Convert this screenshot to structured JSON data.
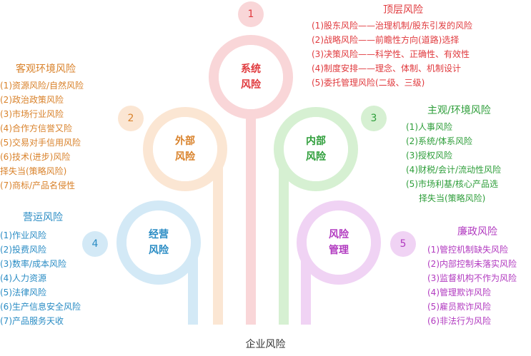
{
  "root_label": "企业风险",
  "branches": [
    {
      "number": "1",
      "node_label": "系统\n风险",
      "title": "顶层风险",
      "color": "#e03a3e",
      "light": "#f9d6d8",
      "items": [
        "(1)股东风险——治理机制/股东引发的风险",
        "(2)战略风险——前瞻性方向(道路)选择",
        "(3)决策风险——科学性、正确性、有效性",
        "(4)制度安排——理念、体制、机制设计",
        "(5)委托管理风险(二级、三级)"
      ]
    },
    {
      "number": "2",
      "node_label": "外部\n风险",
      "title": "客观环境风险",
      "color": "#d9822b",
      "light": "#fbe6d3",
      "items": [
        "(1)资源风险/自然风险",
        "(2)政治政策风险",
        "(3)市场行业风险",
        "(4)合作方信誉又险",
        "(5)交易对手信用风险",
        "(6)技术(进步)风险",
        "择失当(策略风险)",
        "(7)商标/产品名侵性"
      ]
    },
    {
      "number": "3",
      "node_label": "内部\n风险",
      "title": "主观/环境风险",
      "color": "#2e9e3a",
      "light": "#d6f0d2",
      "items": [
        "(1)人事风险",
        "(2)系统/体系风险",
        "(3)授权风险",
        "(4)财税/会计/流动性风险",
        "(5)市场利基/核心产品选",
        "择失当(策略风险)"
      ]
    },
    {
      "number": "4",
      "node_label": "经营\n风险",
      "title": "营运风险",
      "color": "#2a8cc4",
      "light": "#d3e9f6",
      "items": [
        "(1)作业风险",
        "(2)投费风险",
        "(3)数率/成本风险",
        "(4)人力资源",
        "(5)法律风险",
        "(6)生产信息安全风险",
        "(7)产品服务天收"
      ]
    },
    {
      "number": "5",
      "node_label": "风险\n管理",
      "title": "廉政风险",
      "color": "#b23bc0",
      "light": "#f0d3f4",
      "items": [
        "(1)管控机制缺失风险",
        "(2)内部控制未落实风险",
        "(3)监督机构不作为风险",
        "(4)管理欺诈风险",
        "(5)雇员欺诈风险",
        "(6)非法行为风险"
      ]
    }
  ]
}
